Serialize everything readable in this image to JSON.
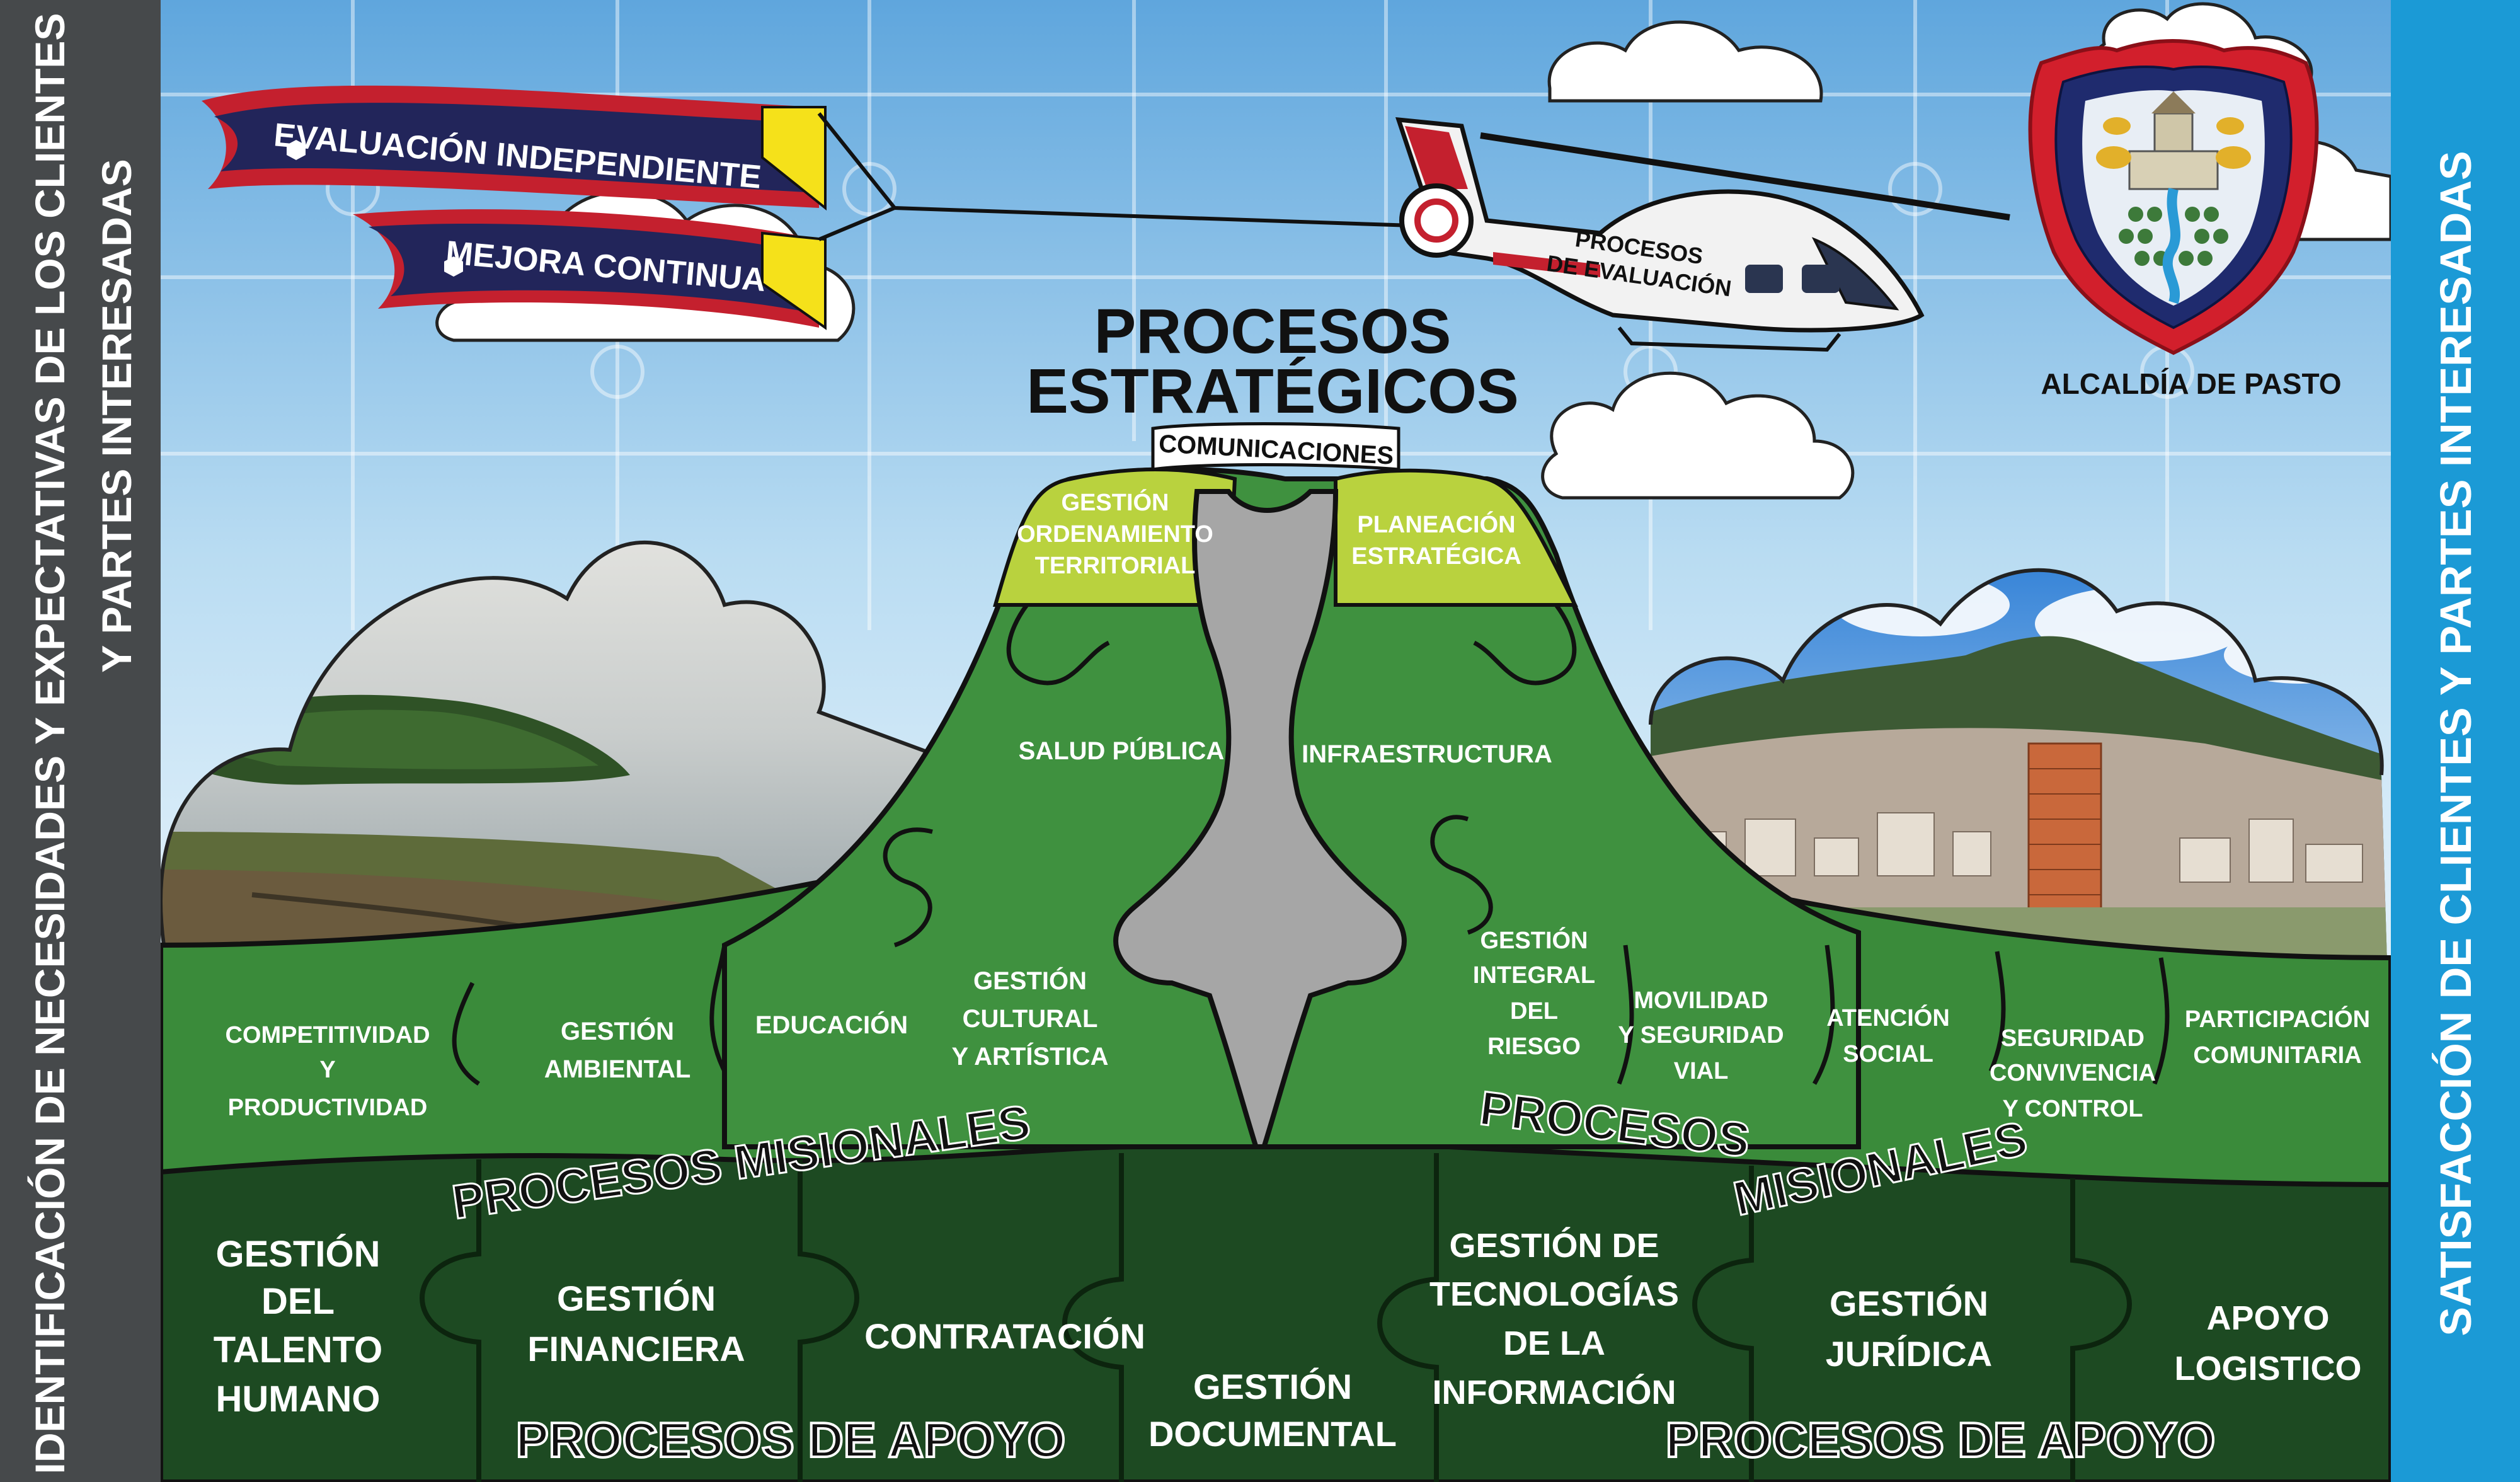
{
  "left_bar": {
    "line1": "IDENTIFICACIÓN DE NECESIDADES Y EXPECTATIVAS DE LOS CLIENTES",
    "line2": "Y PARTES INTERESADAS"
  },
  "right_bar": {
    "text": "SATISFACCIÓN DE CLIENTES Y PARTES INTERESADAS"
  },
  "banners": {
    "top": "EVALUACIÓN INDEPENDIENTE",
    "bottom": "MEJORA CONTINUA"
  },
  "helicopter": {
    "line1": "PROCESOS",
    "line2": "DE EVALUACIÓN"
  },
  "logo": {
    "caption": "ALCALDÍA DE PASTO"
  },
  "strategic": {
    "title_line1": "PROCESOS",
    "title_line2": "ESTRATÉGICOS",
    "subtitle": "COMUNICACIONES",
    "left_cap": [
      "GESTIÓN",
      "ORDENAMIENTO",
      "TERRITORIAL"
    ],
    "right_cap": [
      "PLANEACIÓN",
      "ESTRATÉGICA"
    ]
  },
  "mountain": {
    "left_face": "SALUD PÚBLICA",
    "right_face": "INFRAESTRUCTURA"
  },
  "missional": {
    "title": "PROCESOS MISIONALES",
    "title_right_1": "PROCESOS",
    "title_right_2": "MISIONALES",
    "left": [
      [
        "COMPETITIVIDAD",
        "Y",
        "PRODUCTIVIDAD"
      ],
      [
        "GESTIÓN",
        "AMBIENTAL"
      ],
      [
        "EDUCACIÓN"
      ],
      [
        "GESTIÓN",
        "CULTURAL",
        "Y ARTÍSTICA"
      ]
    ],
    "right": [
      [
        "GESTIÓN",
        "INTEGRAL",
        "DEL",
        "RIESGO"
      ],
      [
        "MOVILIDAD",
        "Y SEGURIDAD",
        "VIAL"
      ],
      [
        "ATENCIÓN",
        "SOCIAL"
      ],
      [
        "SEGURIDAD",
        "CONVIVENCIA",
        "Y CONTROL"
      ],
      [
        "PARTICIPACIÓN",
        "COMUNITARIA"
      ]
    ]
  },
  "support": {
    "title": "PROCESOS DE APOYO",
    "items": [
      [
        "GESTIÓN",
        "DEL",
        "TALENTO",
        "HUMANO"
      ],
      [
        "GESTIÓN",
        "FINANCIERA"
      ],
      [
        "CONTRATACIÓN"
      ],
      [
        "GESTIÓN",
        "DOCUMENTAL"
      ],
      [
        "GESTIÓN DE",
        "TECNOLOGÍAS",
        "DE LA",
        "INFORMACIÓN"
      ],
      [
        "GESTIÓN",
        "JURÍDICA"
      ],
      [
        "APOYO",
        "LOGISTICO"
      ]
    ]
  },
  "colors": {
    "left_bar": "#46494b",
    "right_bar": "#1b9ad6",
    "sky_top": "#6aaee0",
    "sky_bottom": "#e6f3fb",
    "missional_green": "#3a8b3a",
    "mountain_green": "#3f913f",
    "support_green": "#1d4a22",
    "cap_green": "#b9d23e",
    "gray_path": "#a6a6a6",
    "banner_navy": "#22255a",
    "banner_red": "#c4202e",
    "banner_yellow": "#f5e11a",
    "logo_red": "#d21f2c",
    "logo_navy": "#1f2b6e"
  }
}
